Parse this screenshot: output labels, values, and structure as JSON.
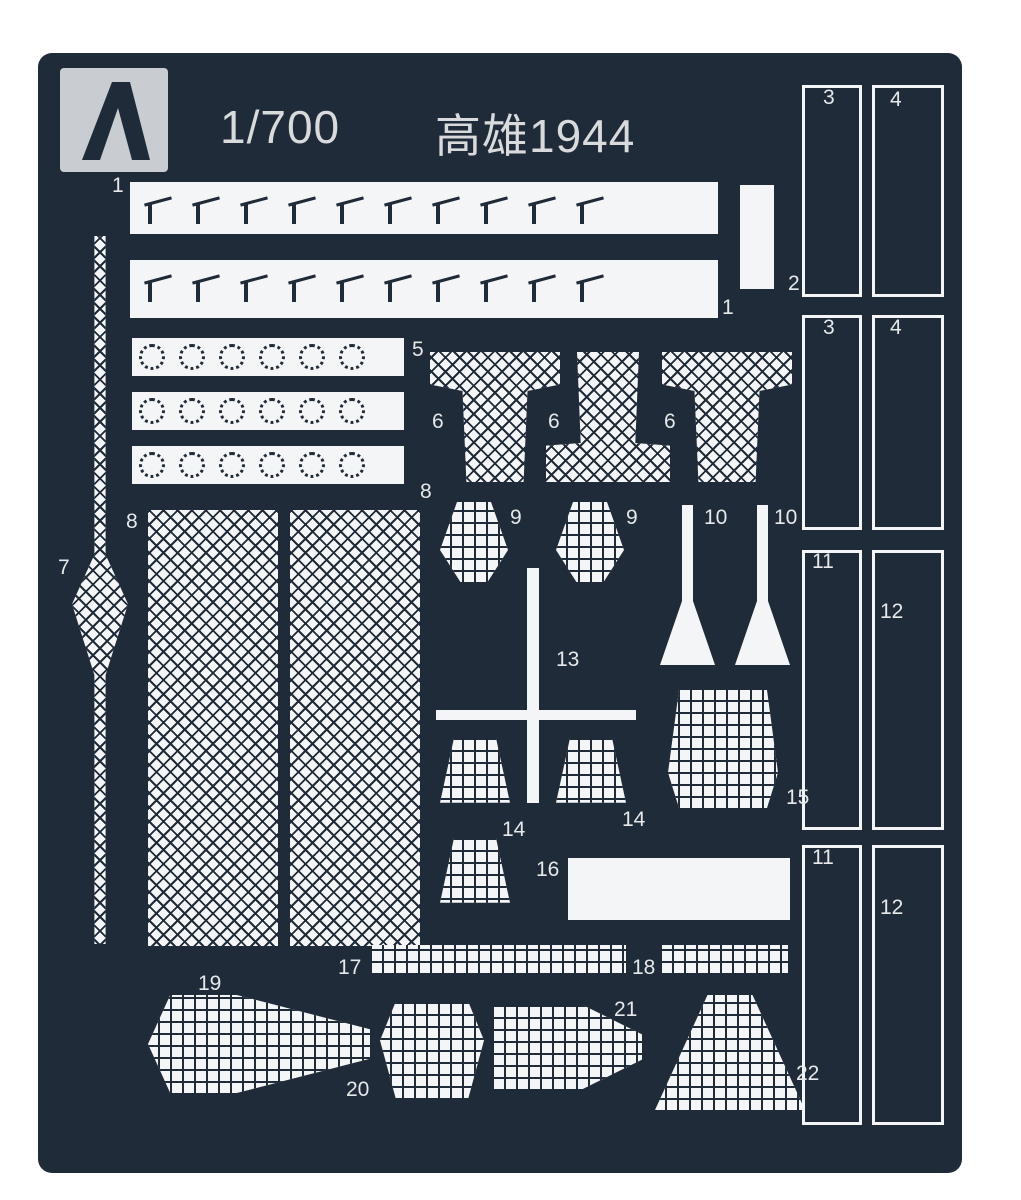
{
  "sheet": {
    "scale": "1/700",
    "name": "高雄1944",
    "logo_letter": "A",
    "bg_color": "#1f2b39",
    "part_color": "#f4f5f6"
  },
  "labels": [
    "1",
    "1",
    "2",
    "3",
    "4",
    "3",
    "4",
    "5",
    "6",
    "6",
    "6",
    "7",
    "8",
    "8",
    "9",
    "9",
    "10",
    "10",
    "11",
    "12",
    "13",
    "14",
    "14",
    "15",
    "16",
    "11",
    "12",
    "17",
    "18",
    "19",
    "20",
    "21",
    "22"
  ]
}
